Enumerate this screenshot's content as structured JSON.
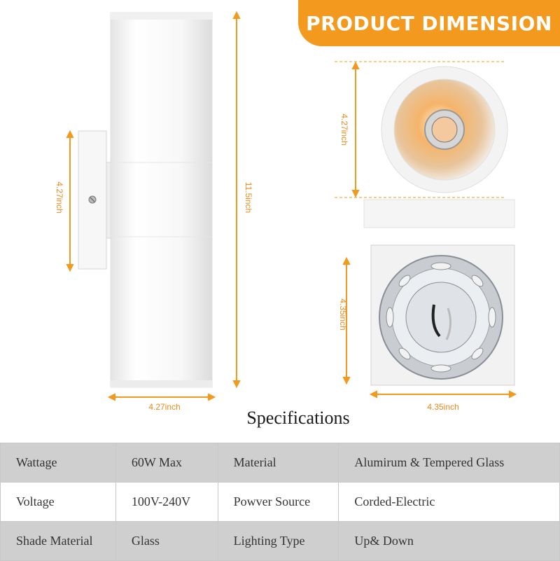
{
  "header": {
    "title": "PRODUCT DIMENSION"
  },
  "dimensions": {
    "front_height": "11.5inch",
    "bracket_height": "4.27inch",
    "front_width": "4.27inch",
    "top_diameter": "4.27inch",
    "back_height": "4.35inch",
    "back_width": "4.35inch"
  },
  "specs": {
    "title": "Specifications",
    "rows": [
      [
        "Wattage",
        "60W Max",
        "Material",
        "Alumirum & Tempered Glass"
      ],
      [
        "Voltage",
        "100V-240V",
        "Powver Source",
        "Corded-Electric"
      ],
      [
        "Shade Material",
        "Glass",
        "Lighting Type",
        "Up& Down"
      ]
    ]
  },
  "colors": {
    "accent": "#f39a1e",
    "dimension_line": "#e8891a",
    "table_shade": "#cfcfcf"
  }
}
